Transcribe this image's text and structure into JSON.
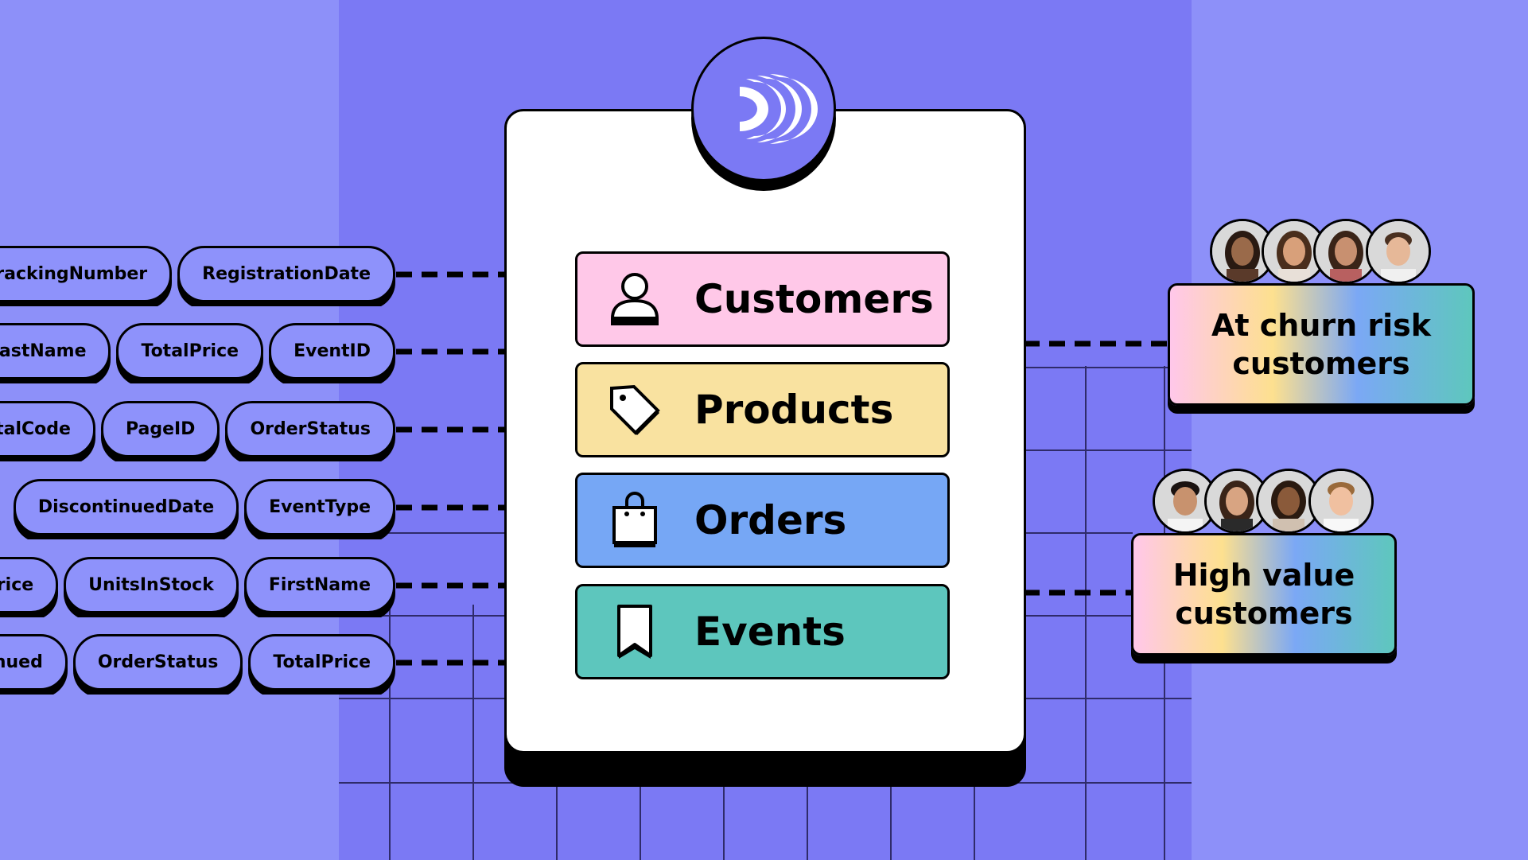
{
  "fields": {
    "row1": [
      "TrackingNumber",
      "RegistrationDate"
    ],
    "row2": [
      "LastName",
      "TotalPrice",
      "EventID"
    ],
    "row3": [
      "PostalCode",
      "PageID",
      "OrderStatus"
    ],
    "row4": [
      "DiscontinuedDate",
      "EventType"
    ],
    "row5": [
      "Price",
      "UnitsInStock",
      "FirstName"
    ],
    "row6": [
      "Discontinued",
      "OrderStatus",
      "TotalPrice"
    ]
  },
  "entities": [
    {
      "label": "Customers",
      "icon": "person-icon",
      "color": "#ffc8e8"
    },
    {
      "label": "Products",
      "icon": "tag-icon",
      "color": "#f9e2a0"
    },
    {
      "label": "Orders",
      "icon": "shopping-bag-icon",
      "color": "#76a7f5"
    },
    {
      "label": "Events",
      "icon": "bookmark-icon",
      "color": "#5dc6bd"
    }
  ],
  "segments": {
    "churn": {
      "line1": "At churn risk",
      "line2": "customers"
    },
    "high_value": {
      "line1": "High value",
      "line2": "customers"
    }
  },
  "logo": {
    "icon": "signal-waves-icon"
  },
  "colors": {
    "bg_side": "#8d90f9",
    "bg_center": "#7b79f4",
    "pill": "#8e92fb"
  }
}
